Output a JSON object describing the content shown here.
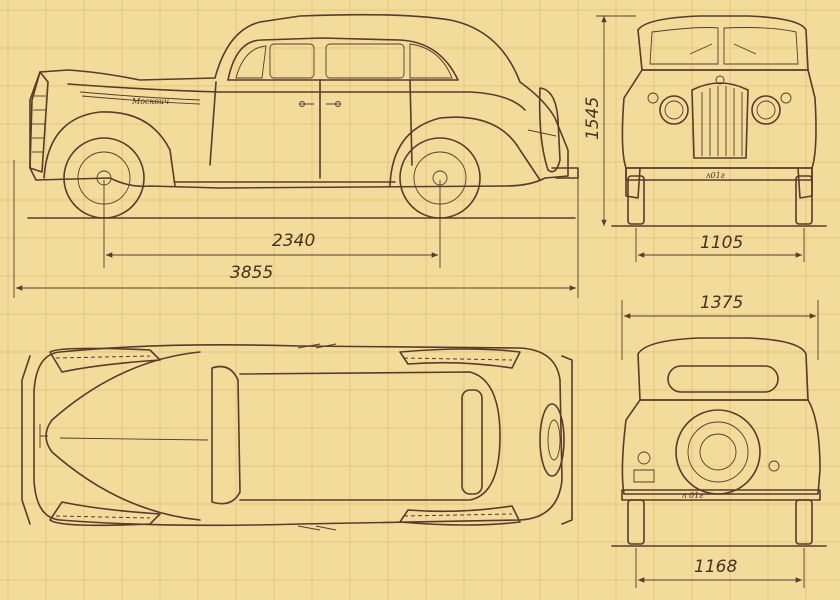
{
  "dimensions": {
    "wheelbase": "2340",
    "overall_length": "3855",
    "height": "1545",
    "front_track": "1105",
    "overall_width": "1375",
    "rear_track": "1168"
  },
  "badges": {
    "side_script": "Москвич",
    "front_plate": "ʌ01ƨ",
    "rear_plate": "ʌ 01ƨ"
  },
  "colors": {
    "paper": "#f1dc9c",
    "ink": "#5a3a2a",
    "grid": "#e4c77b"
  }
}
